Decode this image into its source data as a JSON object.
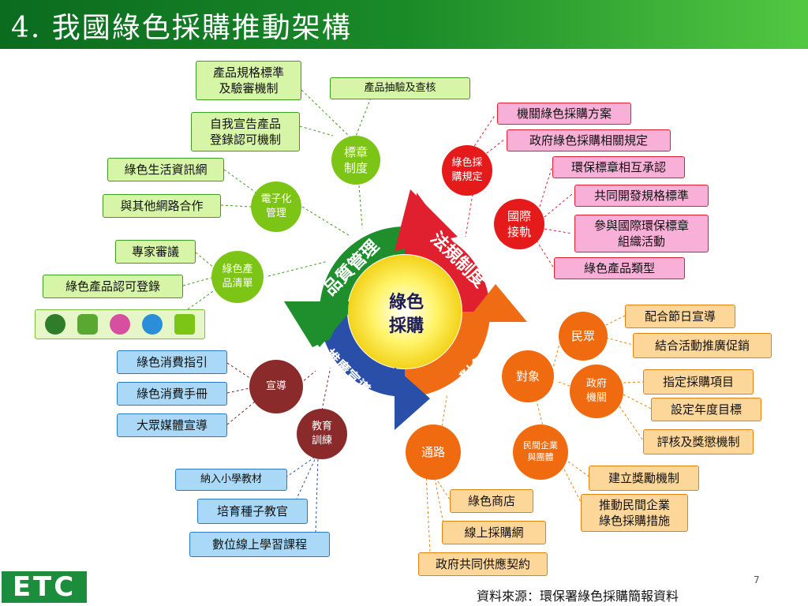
{
  "title": "4. 我國綠色採購推動架構",
  "center": "綠色\n採購",
  "ring": {
    "product_mgmt": "品質管理",
    "law_system": "法規制度",
    "target": "對象",
    "promotion": "推廣宣導"
  },
  "nodes": {
    "label_system": "標章\n制度",
    "e_mgmt": "電子化\n管理",
    "green_list": "綠色產\n品清單",
    "green_rules": "綠色採\n購規定",
    "intl": "國際\n接軌",
    "public": "民眾",
    "target": "對象",
    "gov": "政府\n機關",
    "private": "民間企業\n與團體",
    "channel": "通路",
    "promo": "宣導",
    "edu": "教育\n訓練"
  },
  "boxes": {
    "spec": "產品規格標準\n及驗審機制",
    "sampling": "產品抽驗及查核",
    "self_decl": "自我宣告產品\n登錄認可機制",
    "info_net": "綠色生活資訊網",
    "coop": "與其他網路合作",
    "expert": "專家審議",
    "cert": "綠色產品認可登錄",
    "plan": "機關綠色採購方案",
    "gov_rules": "政府綠色採購相關規定",
    "mutual": "環保標章相互承認",
    "joint": "共同開發規格標準",
    "intl_org": "參與國際環保標章\n組織活動",
    "types": "綠色產品類型",
    "festival": "配合節日宣導",
    "events": "結合活動推廣促銷",
    "items": "指定採購項目",
    "annual": "設定年度目標",
    "reward": "評核及獎懲機制",
    "incentive": "建立獎勵機制",
    "enterprise": "推動民間企業\n綠色採購措施",
    "store": "綠色商店",
    "online": "線上採購網",
    "contract": "政府共同供應契約",
    "guide": "綠色消費指引",
    "manual": "綠色消費手冊",
    "media": "大眾媒體宣導",
    "textbook": "納入小學教材",
    "seed": "培育種子教官",
    "elearn": "數位線上學習課程"
  },
  "logo": "ETC",
  "page_number": "7",
  "source": "資料來源：環保署綠色採購簡報資料",
  "colors": {
    "green": "#1a8a28",
    "red": "#e0202e",
    "orange": "#e86a12",
    "blue": "#2a4fa8"
  }
}
